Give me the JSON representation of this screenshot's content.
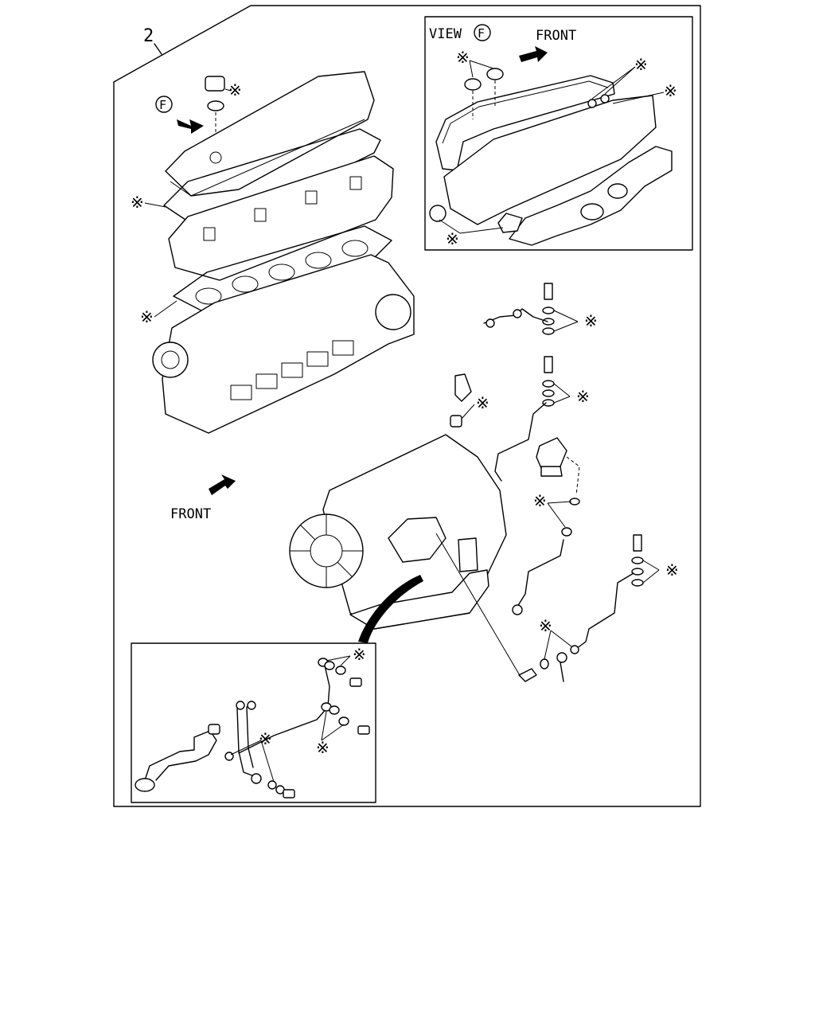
{
  "diagram": {
    "part_number": "2",
    "view_label": "VIEW",
    "view_letter": "F",
    "view_marker_letter": "F",
    "front_label_inset": "FRONT",
    "front_label_main": "FRONT",
    "asterisk": "※"
  }
}
